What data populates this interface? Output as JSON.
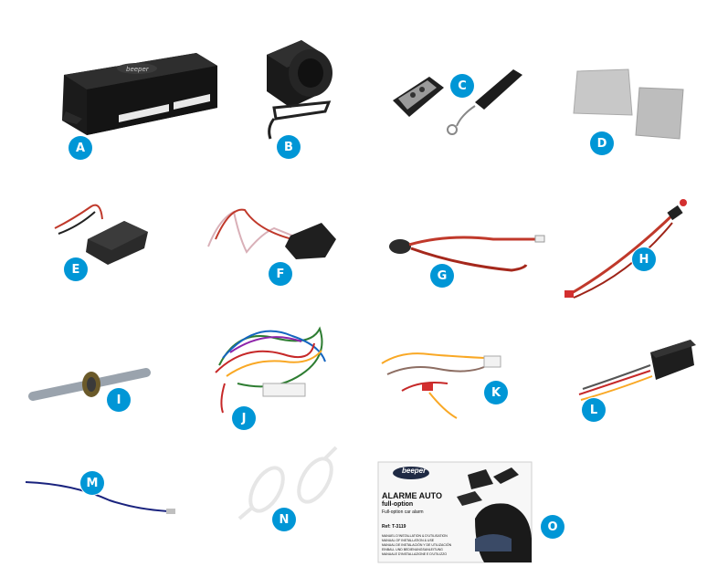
{
  "items": [
    {
      "letter": "A"
    },
    {
      "letter": "B"
    },
    {
      "letter": "C"
    },
    {
      "letter": "D"
    },
    {
      "letter": "E"
    },
    {
      "letter": "F"
    },
    {
      "letter": "G"
    },
    {
      "letter": "H"
    },
    {
      "letter": "I"
    },
    {
      "letter": "J"
    },
    {
      "letter": "K"
    },
    {
      "letter": "L"
    },
    {
      "letter": "M"
    },
    {
      "letter": "N"
    },
    {
      "letter": "O"
    }
  ],
  "control_unit": {
    "brand": "beeper"
  },
  "manual": {
    "brand": "beeper",
    "title": "ALARME AUTO",
    "subtitle": "full-option",
    "tagline": "Full-option car alarm",
    "ref": "Ref: T-3119",
    "lines": [
      "MANUEL D'INSTALLATION & D'UTILISATION",
      "MANUAL OF INSTALLATION & USE",
      "MANUAL DE INSTALACIÓN Y DE UTILIZACIÓN",
      "EINBAU- UND BEDIENUNGSANLEITUNG",
      "MANUALE D'INSTALLAZIONE E D'UTILIZZO"
    ]
  },
  "colors": {
    "badge": "#0096d6",
    "background": "#ffffff"
  }
}
